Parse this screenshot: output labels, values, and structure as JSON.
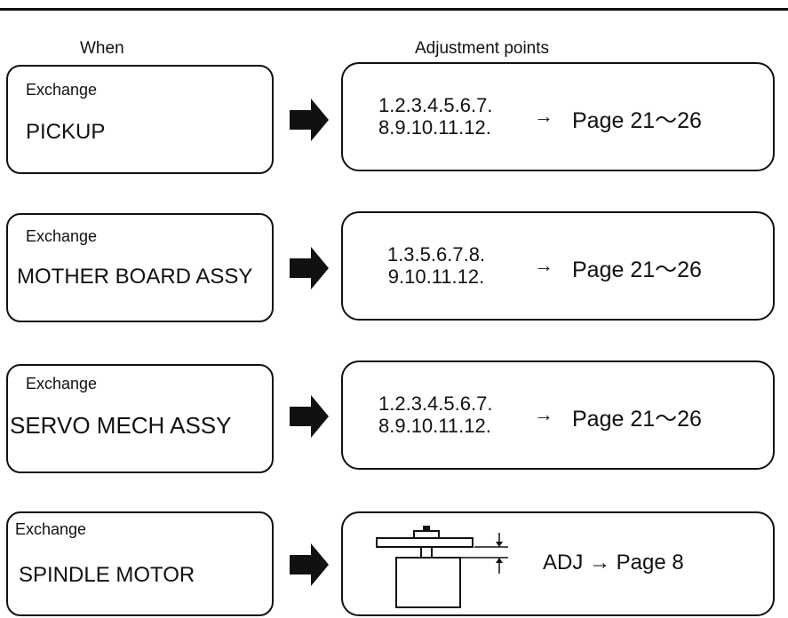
{
  "headers": {
    "when": "When",
    "adjustment_points": "Adjustment points"
  },
  "rows": [
    {
      "when_label": "Exchange",
      "part": "PICKUP",
      "points_line1": "1.2.3.4.5.6.7.",
      "points_line2": "8.9.10.11.12.",
      "arrow": "→",
      "page": "Page 21～26"
    },
    {
      "when_label": "Exchange",
      "part": "MOTHER BOARD ASSY",
      "points_line1": "1.3.5.6.7.8.",
      "points_line2": "9.10.11.12.",
      "arrow": "→",
      "page": "Page 21～26"
    },
    {
      "when_label": "Exchange",
      "part": "SERVO MECH ASSY",
      "points_line1": "1.2.3.4.5.6.7.",
      "points_line2": "8.9.10.11.12.",
      "arrow": "→",
      "page": "Page 21～26"
    },
    {
      "when_label": "Exchange",
      "part": "SPINDLE MOTOR",
      "adj": "ADJ → Page 8"
    }
  ]
}
